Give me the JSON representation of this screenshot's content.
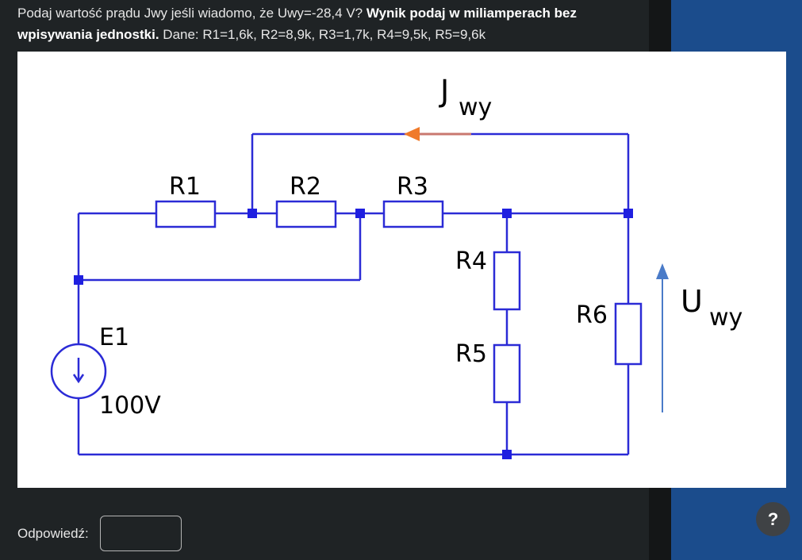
{
  "question": {
    "part1": "Podaj wartość prądu Jwy jeśli wiadomo, że Uwy=-28,4 V? ",
    "bold": "Wynik podaj w miliamperach bez wpisywania jednostki.",
    "part2": " Dane: R1=1,6k, R2=8,9k, R3=1,7k, R4=9,5k, R5=9,6k"
  },
  "circuit": {
    "r1": "R1",
    "r2": "R2",
    "r3": "R3",
    "r4": "R4",
    "r5": "R5",
    "r6": "R6",
    "e1": "E1",
    "e1_value": "100V",
    "j_main": "J",
    "j_sub": "wy",
    "u_main": "U",
    "u_sub": "wy"
  },
  "answer": {
    "label": "Odpowiedź:",
    "value": ""
  },
  "help": {
    "label": "?"
  },
  "colors": {
    "wire": "#2b2bd6",
    "node": "#1f1fe0",
    "arrow_current": "#f07a2a",
    "arrow_voltage": "#4a7bc8"
  }
}
